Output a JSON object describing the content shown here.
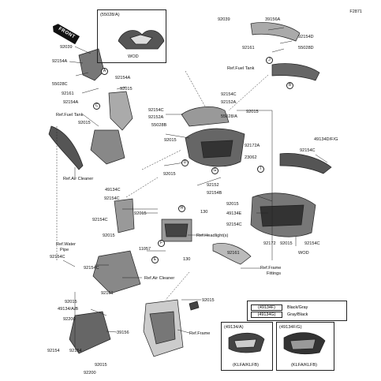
{
  "figure_code": "F2871",
  "front_label": "FRONT",
  "top_box": {
    "part": "(55028/A)",
    "note": "WOD"
  },
  "legend": {
    "rows": [
      {
        "code": "(49134F)",
        "desc": "Black/Gray"
      },
      {
        "code": "(49134G)",
        "desc": "Gray/Black"
      }
    ]
  },
  "bottom_boxes": [
    {
      "part": "(49134/A)",
      "note": "(KLFA/KLFB)"
    },
    {
      "part": "(49134F/G)",
      "note": "(KLFA/KLFB)"
    }
  ],
  "wod_note": "WOD",
  "labels": [
    {
      "id": "l1",
      "text": "92039",
      "cls": "lbl"
    },
    {
      "id": "l2",
      "text": "92154A",
      "cls": "lbl"
    },
    {
      "id": "l3",
      "text": "55028C",
      "cls": "lbl"
    },
    {
      "id": "l4",
      "text": "92154A",
      "cls": "lbl"
    },
    {
      "id": "l5",
      "text": "92161",
      "cls": "lbl"
    },
    {
      "id": "l6",
      "text": "92154A",
      "cls": "lbl"
    },
    {
      "id": "l7",
      "text": "92015",
      "cls": "lbl"
    },
    {
      "id": "l8",
      "text": "Ref.Fuel Tank",
      "cls": "lbl"
    },
    {
      "id": "l9",
      "text": "92015",
      "cls": "lbl"
    },
    {
      "id": "l10",
      "text": "Ref.Air Cleaner",
      "cls": "lbl"
    },
    {
      "id": "l11",
      "text": "92154C",
      "cls": "lbl"
    },
    {
      "id": "l12",
      "text": "92152A",
      "cls": "lbl"
    },
    {
      "id": "l13",
      "text": "92152A",
      "cls": "lbl"
    },
    {
      "id": "l14",
      "text": "55028B",
      "cls": "lbl"
    },
    {
      "id": "l15",
      "text": "55028/A",
      "cls": "lbl"
    },
    {
      "id": "l16",
      "text": "92154C",
      "cls": "lbl"
    },
    {
      "id": "l17",
      "text": "92015",
      "cls": "lbl"
    },
    {
      "id": "l18",
      "text": "92015",
      "cls": "lbl"
    },
    {
      "id": "l19",
      "text": "92172A",
      "cls": "lbl"
    },
    {
      "id": "l20",
      "text": "92015",
      "cls": "lbl"
    },
    {
      "id": "l21",
      "text": "23062",
      "cls": "lbl"
    },
    {
      "id": "l22",
      "text": "92152",
      "cls": "lbl"
    },
    {
      "id": "l23",
      "text": "92154B",
      "cls": "lbl"
    },
    {
      "id": "l24",
      "text": "49134D/F/G",
      "cls": "lbl"
    },
    {
      "id": "l25",
      "text": "92154C",
      "cls": "lbl"
    },
    {
      "id": "l26",
      "text": "49134C",
      "cls": "lbl"
    },
    {
      "id": "l27",
      "text": "92154C",
      "cls": "lbl"
    },
    {
      "id": "l28",
      "text": "92015",
      "cls": "lbl"
    },
    {
      "id": "l29",
      "text": "92154C",
      "cls": "lbl"
    },
    {
      "id": "l30",
      "text": "92015",
      "cls": "lbl"
    },
    {
      "id": "l31",
      "text": "92015",
      "cls": "lbl"
    },
    {
      "id": "l32",
      "text": "49134E",
      "cls": "lbl"
    },
    {
      "id": "l33",
      "text": "92154C",
      "cls": "lbl"
    },
    {
      "id": "l34",
      "text": "130",
      "cls": "lbl"
    },
    {
      "id": "l35",
      "text": "Ref.Headlight(s)",
      "cls": "lbl"
    },
    {
      "id": "l36",
      "text": "92172",
      "cls": "lbl"
    },
    {
      "id": "l37",
      "text": "92015",
      "cls": "lbl"
    },
    {
      "id": "l38",
      "text": "92154C",
      "cls": "lbl"
    },
    {
      "id": "l39",
      "text": "Ref.Water",
      "cls": "lbl"
    },
    {
      "id": "l40",
      "text": "Pipe",
      "cls": "lbl"
    },
    {
      "id": "l41",
      "text": "92154C",
      "cls": "lbl"
    },
    {
      "id": "l42",
      "text": "11057",
      "cls": "lbl"
    },
    {
      "id": "l43",
      "text": "130",
      "cls": "lbl"
    },
    {
      "id": "l44",
      "text": "92161",
      "cls": "lbl"
    },
    {
      "id": "l45",
      "text": "92154C",
      "cls": "lbl"
    },
    {
      "id": "l46",
      "text": "Ref.Air Cleaner",
      "cls": "lbl"
    },
    {
      "id": "l47",
      "text": "Ref.Frame",
      "cls": "lbl"
    },
    {
      "id": "l48",
      "text": "Fittings",
      "cls": "lbl"
    },
    {
      "id": "l49",
      "text": "92161",
      "cls": "lbl"
    },
    {
      "id": "l50",
      "text": "92015",
      "cls": "lbl"
    },
    {
      "id": "l51",
      "text": "92015",
      "cls": "lbl"
    },
    {
      "id": "l52",
      "text": "49134/A/B",
      "cls": "lbl"
    },
    {
      "id": "l53",
      "text": "92200",
      "cls": "lbl"
    },
    {
      "id": "l54",
      "text": "39156",
      "cls": "lbl"
    },
    {
      "id": "l55",
      "text": "Ref.Frame",
      "cls": "lbl"
    },
    {
      "id": "l56",
      "text": "92154",
      "cls": "lbl"
    },
    {
      "id": "l57",
      "text": "92154",
      "cls": "lbl"
    },
    {
      "id": "l58",
      "text": "92015",
      "cls": "lbl"
    },
    {
      "id": "l59",
      "text": "92200",
      "cls": "lbl"
    },
    {
      "id": "l60",
      "text": "92039",
      "cls": "lbl"
    },
    {
      "id": "l61",
      "text": "39156A",
      "cls": "lbl"
    },
    {
      "id": "l62",
      "text": "92154D",
      "cls": "lbl"
    },
    {
      "id": "l63",
      "text": "92161",
      "cls": "lbl"
    },
    {
      "id": "l64",
      "text": "55028D",
      "cls": "lbl"
    },
    {
      "id": "l65",
      "text": "Ref.Fuel Tank",
      "cls": "lbl"
    }
  ],
  "callouts": [
    "A",
    "B",
    "C",
    "D",
    "E",
    "F",
    "G",
    "H",
    "I",
    "J"
  ]
}
